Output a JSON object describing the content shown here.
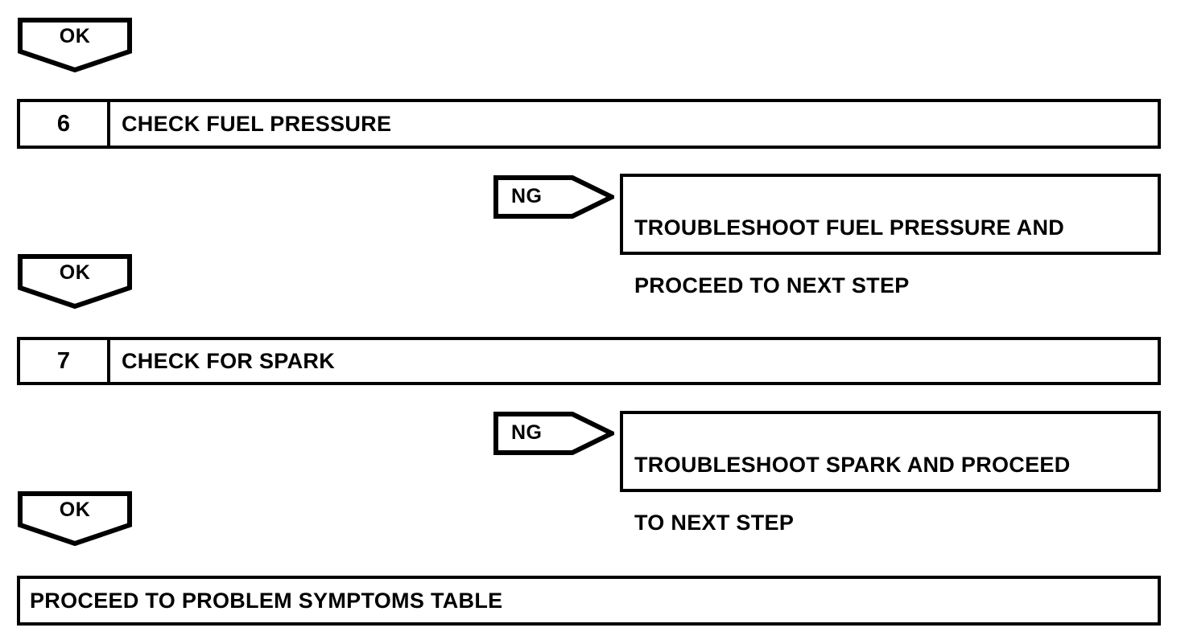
{
  "diagram": {
    "title": "Engine Troubleshooting Flowchart (Steps 6-7)",
    "stroke_color": "#000000",
    "background_color": "#ffffff"
  },
  "markers": {
    "ok_label": "OK",
    "ng_label": "NG"
  },
  "nodes": [
    {
      "id": "ok-1",
      "type": "ok-marker",
      "label": "OK"
    },
    {
      "id": "step-6",
      "type": "step-box",
      "number": "6",
      "title": "CHECK FUEL PRESSURE"
    },
    {
      "id": "ng-1",
      "type": "ng-marker",
      "label": "NG"
    },
    {
      "id": "result-1",
      "type": "result-box",
      "text": "TROUBLESHOOT FUEL PRESSURE AND PROCEED TO NEXT STEP",
      "line1": "TROUBLESHOOT FUEL PRESSURE AND",
      "line2": "PROCEED TO NEXT STEP"
    },
    {
      "id": "ok-2",
      "type": "ok-marker",
      "label": "OK"
    },
    {
      "id": "step-7",
      "type": "step-box",
      "number": "7",
      "title": "CHECK FOR SPARK"
    },
    {
      "id": "ng-2",
      "type": "ng-marker",
      "label": "NG"
    },
    {
      "id": "result-2",
      "type": "result-box",
      "text": "TROUBLESHOOT SPARK AND PROCEED TO NEXT STEP",
      "line1": "TROUBLESHOOT SPARK AND PROCEED",
      "line2": "TO NEXT STEP"
    },
    {
      "id": "ok-3",
      "type": "ok-marker",
      "label": "OK"
    },
    {
      "id": "final",
      "type": "final-box",
      "text": "PROCEED TO PROBLEM SYMPTOMS TABLE"
    }
  ],
  "ok_markers": {
    "first": "OK",
    "second": "OK",
    "third": "OK"
  },
  "ng_markers": {
    "first": "NG",
    "second": "NG"
  },
  "step_6": {
    "number": "6",
    "title": "CHECK FUEL PRESSURE"
  },
  "step_7": {
    "number": "7",
    "title": "CHECK FOR SPARK"
  },
  "result_6": {
    "line1": "TROUBLESHOOT FUEL PRESSURE AND",
    "line2": "PROCEED TO NEXT STEP"
  },
  "result_7": {
    "line1": "TROUBLESHOOT SPARK AND PROCEED",
    "line2": "TO NEXT STEP"
  },
  "final_step": {
    "text": "PROCEED TO PROBLEM SYMPTOMS TABLE"
  }
}
